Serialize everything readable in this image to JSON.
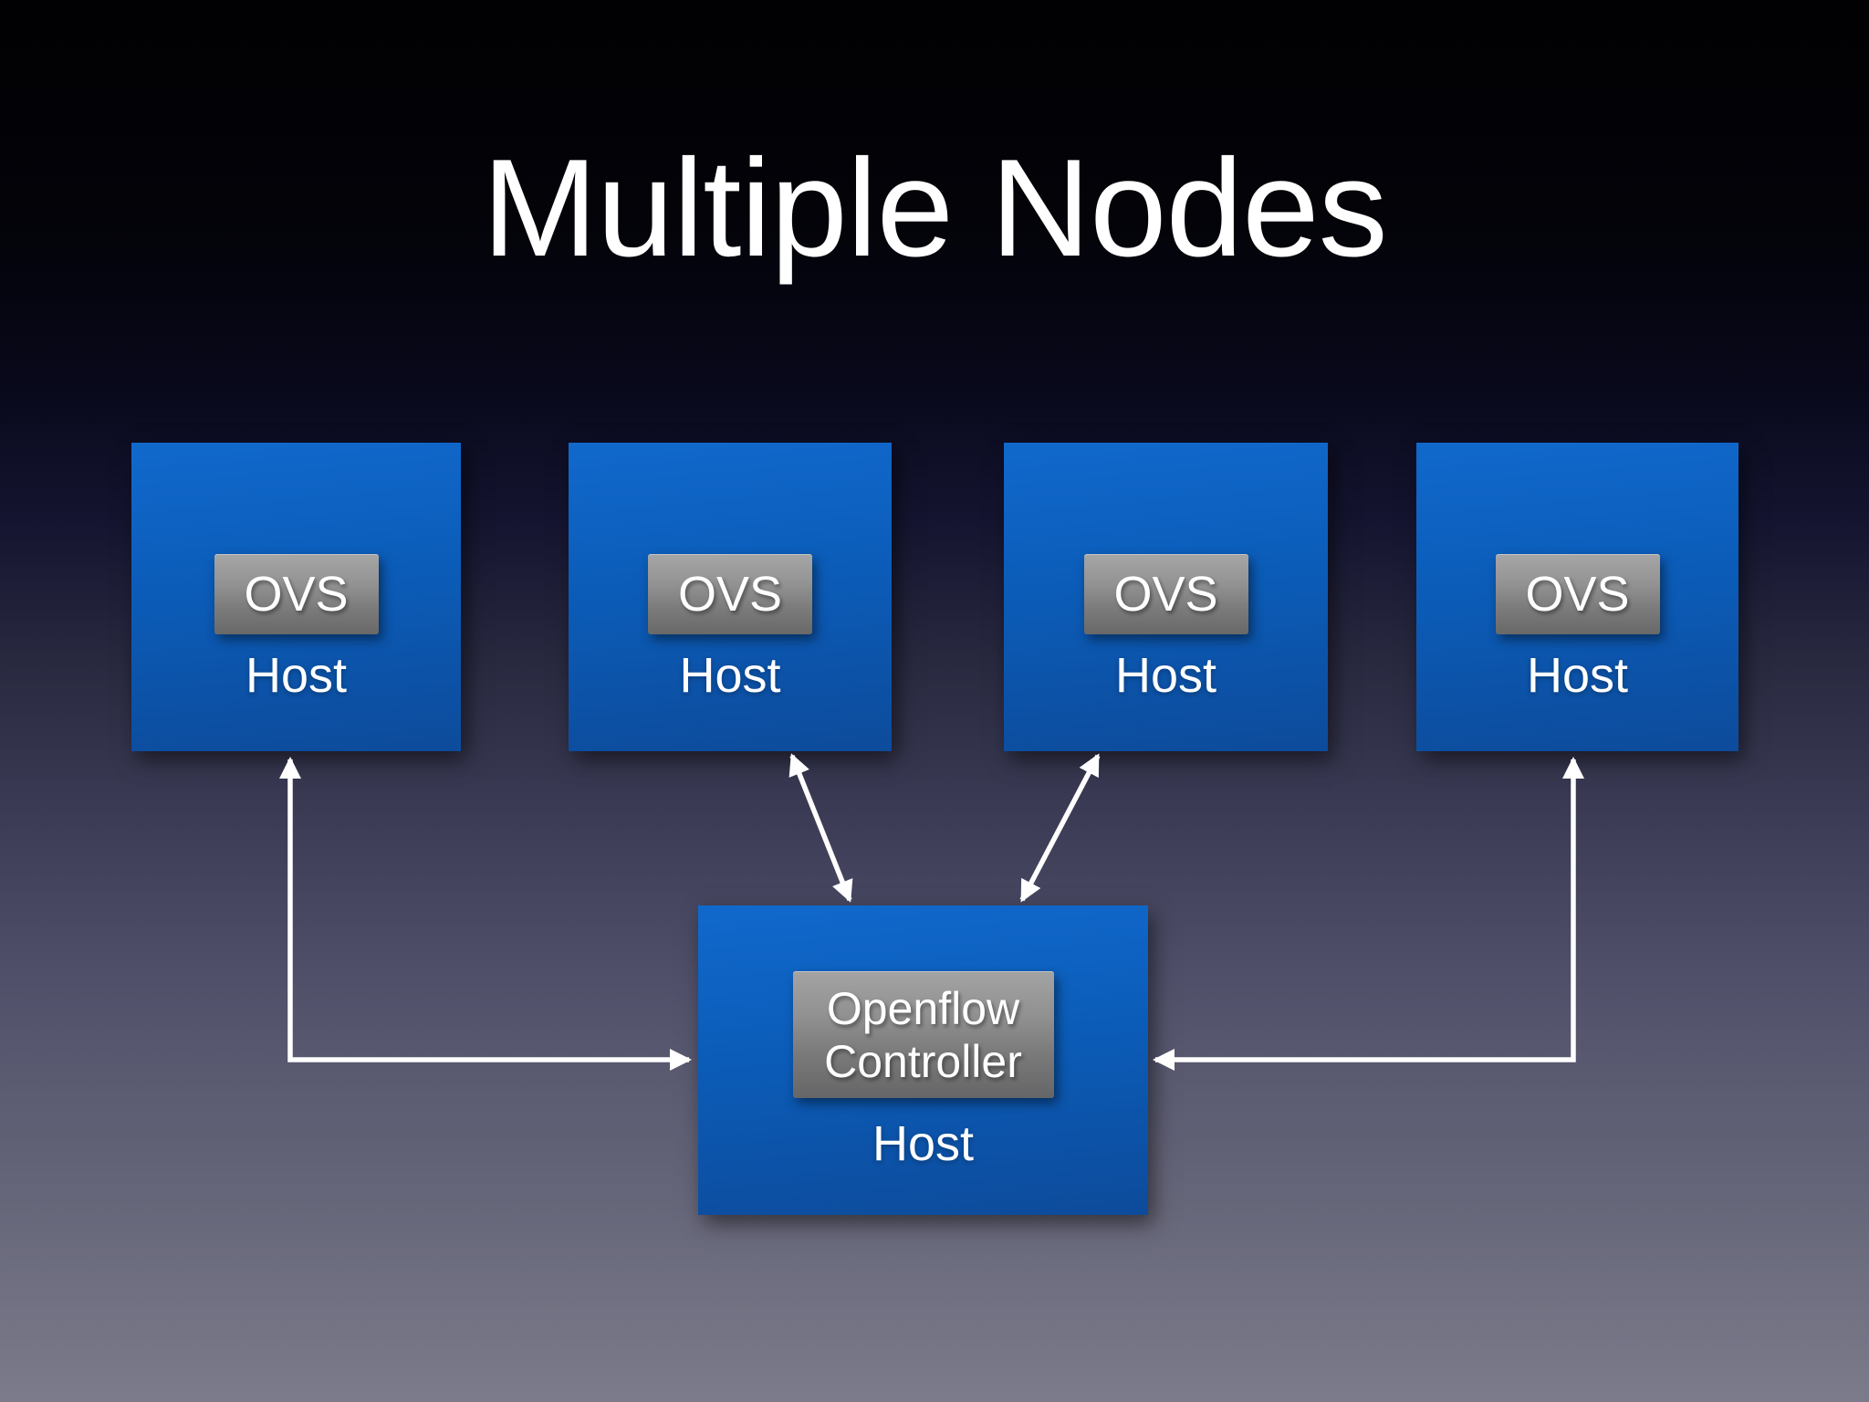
{
  "slide": {
    "title": "Multiple Nodes"
  },
  "diagram": {
    "hosts": [
      {
        "switch_label": "OVS",
        "host_label": "Host"
      },
      {
        "switch_label": "OVS",
        "host_label": "Host"
      },
      {
        "switch_label": "OVS",
        "host_label": "Host"
      },
      {
        "switch_label": "OVS",
        "host_label": "Host"
      }
    ],
    "controller": {
      "switch_label_line1": "Openflow",
      "switch_label_line2": "Controller",
      "host_label": "Host"
    },
    "connections": [
      "host-1 <-> controller (elbow, double arrow)",
      "host-2 <-> controller (diagonal, double arrow)",
      "host-3 <-> controller (diagonal, double arrow)",
      "host-4 <-> controller (elbow, double arrow)"
    ]
  },
  "colors": {
    "background_top": "#010103",
    "background_bottom": "#7b7b8b",
    "node_blue_top": "#1169cc",
    "node_blue_bottom": "#0d4b9b",
    "inner_gray_top": "#a3a3a3",
    "inner_gray_bottom": "#666668",
    "arrow": "#ffffff",
    "text": "#ffffff"
  }
}
